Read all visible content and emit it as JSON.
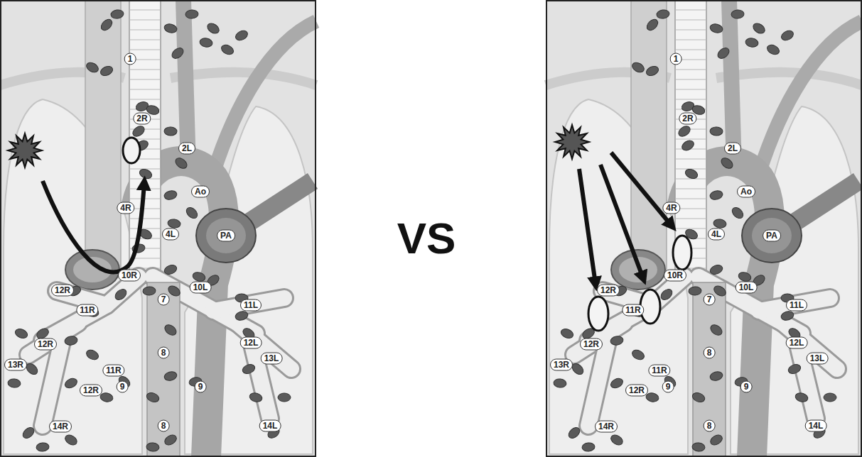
{
  "diagram": {
    "labels": [
      "1",
      "2R",
      "2L",
      "Ao",
      "4R",
      "4L",
      "PA",
      "10R",
      "10L",
      "12R",
      "11R",
      "7",
      "11L",
      "12L",
      "12R",
      "13R",
      "11R",
      "13L",
      "8",
      "9",
      "9",
      "12R",
      "14R",
      "14L",
      "8",
      "VS",
      "1",
      "2R",
      "2L",
      "Ao",
      "4R",
      "4L",
      "PA",
      "10R",
      "10L",
      "12R",
      "11R",
      "7",
      "11L",
      "12L",
      "12R",
      "13R",
      "11R",
      "13L",
      "8",
      "9",
      "9",
      "12R",
      "14R",
      "14L",
      "8"
    ]
  }
}
